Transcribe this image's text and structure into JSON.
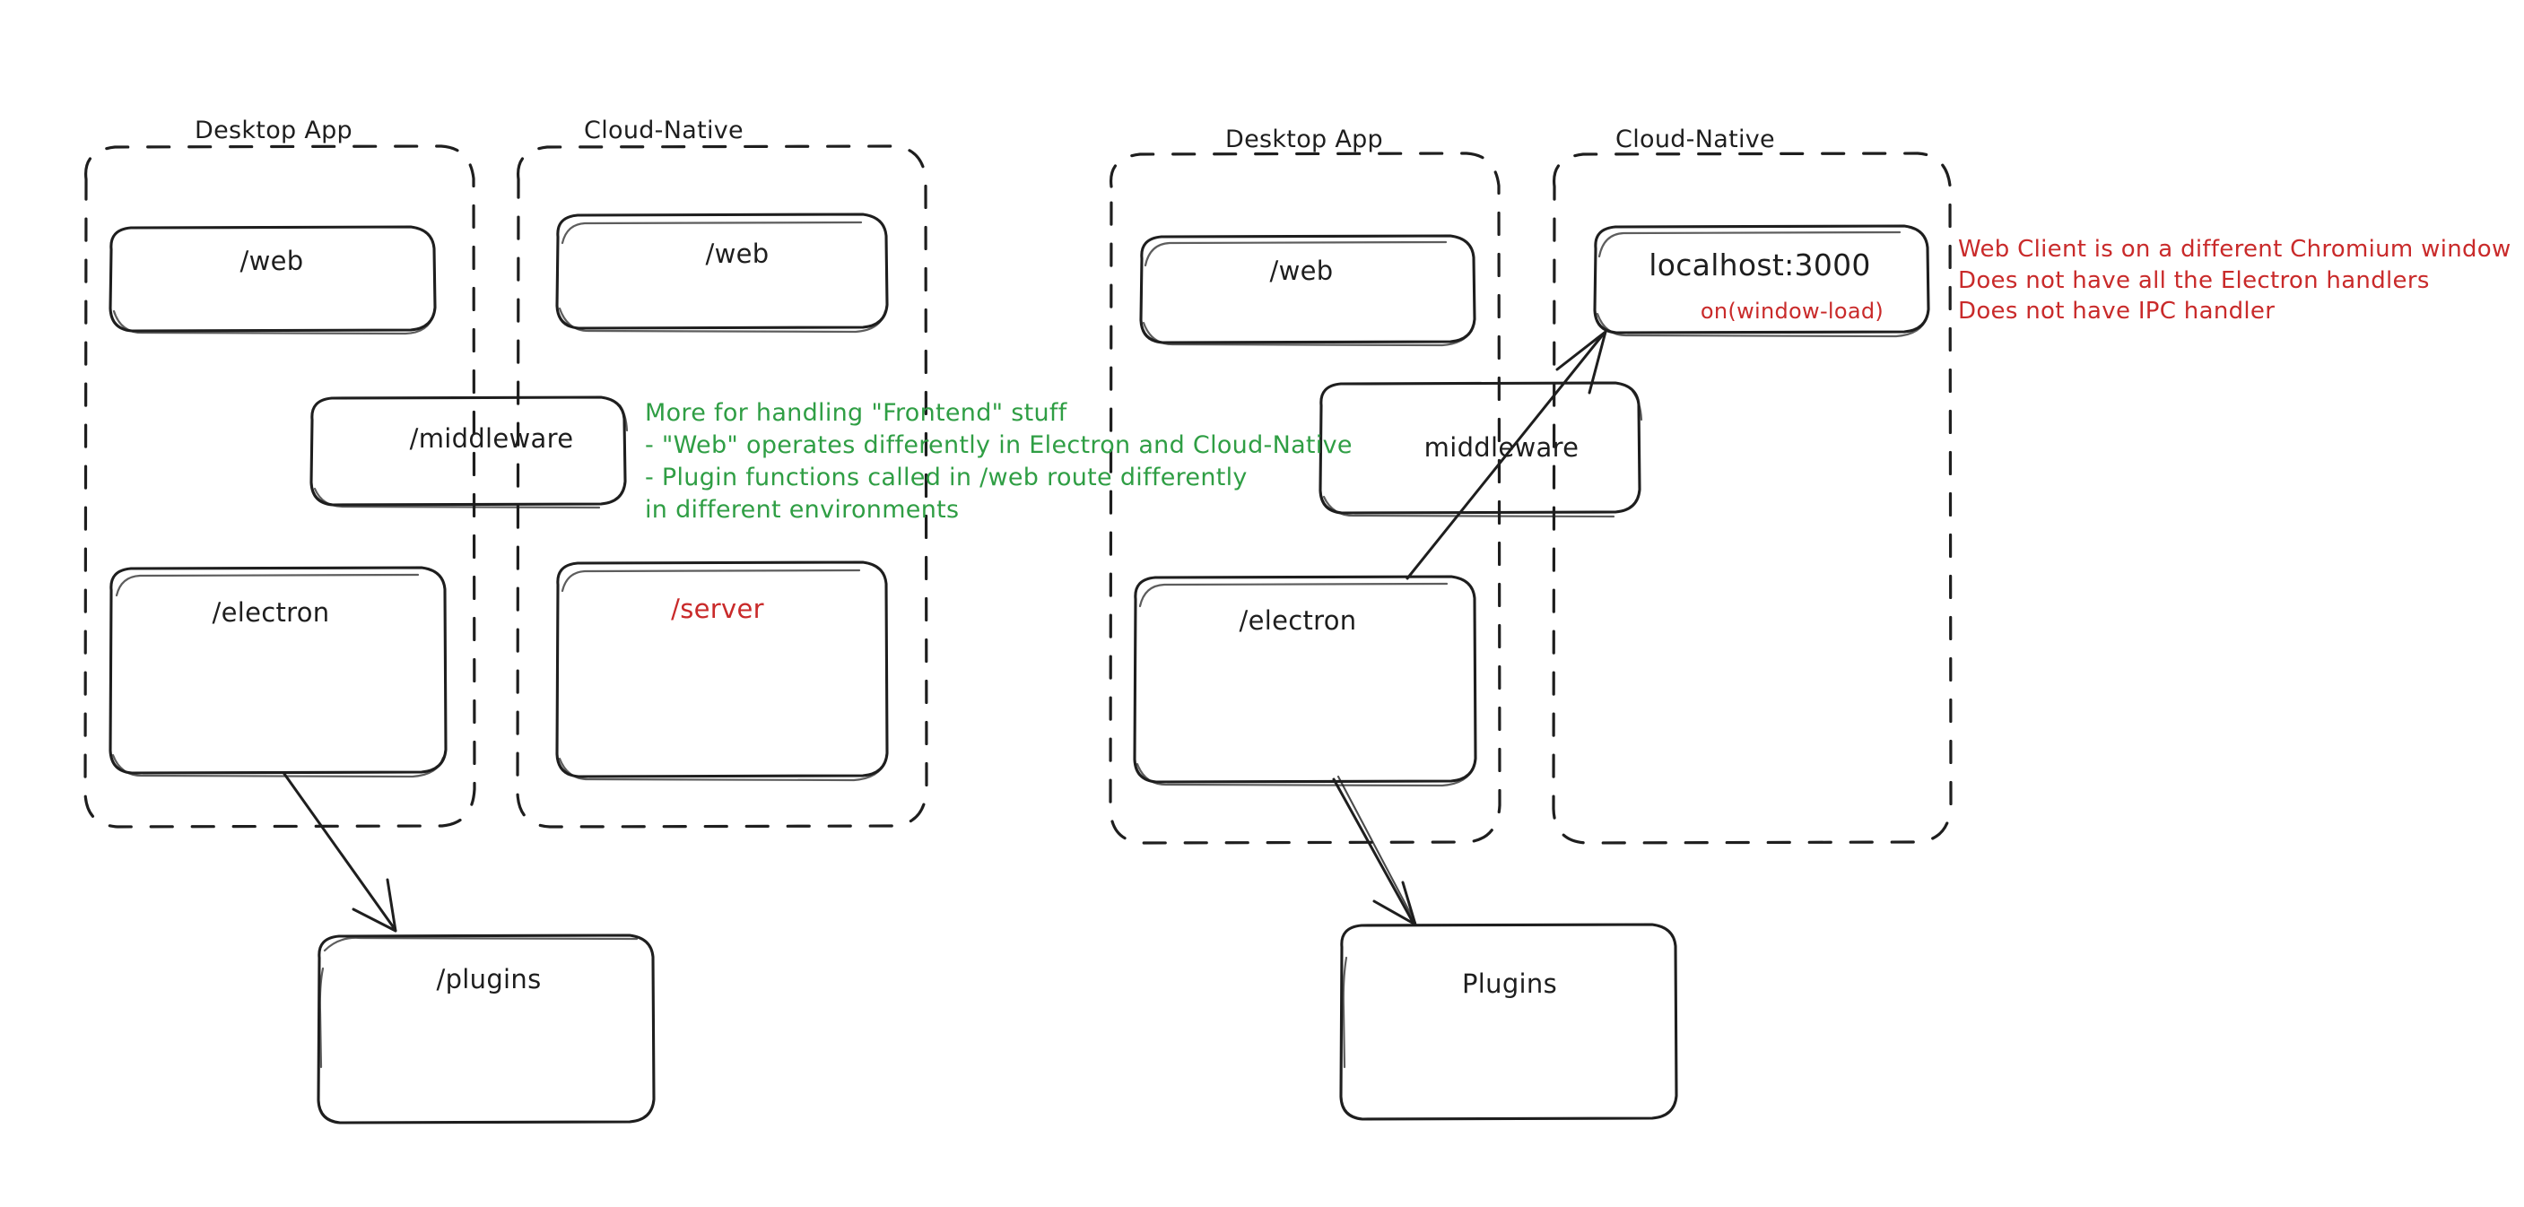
{
  "diagram": {
    "title": "Electron vs Cloud-Native architecture sketch",
    "colors": {
      "stroke": "#1e1e1e",
      "green": "#2f9e44",
      "red": "#c92a2a",
      "background": "#ffffff"
    }
  },
  "left_panel": {
    "groups": [
      {
        "key": "desktop",
        "label": "Desktop App"
      },
      {
        "key": "cloud",
        "label": "Cloud-Native"
      }
    ],
    "nodes": [
      {
        "key": "web_desktop",
        "label": "/web",
        "color": "#1e1e1e"
      },
      {
        "key": "web_cloud",
        "label": "/web",
        "color": "#1e1e1e"
      },
      {
        "key": "middleware",
        "label": "/middleware",
        "color": "#1e1e1e"
      },
      {
        "key": "electron",
        "label": "/electron",
        "color": "#1e1e1e"
      },
      {
        "key": "server",
        "label": "/server",
        "color": "#c92a2a"
      },
      {
        "key": "plugins",
        "label": "/plugins",
        "color": "#1e1e1e"
      }
    ],
    "note_green": "More for handling \"Frontend\" stuff\n- \"Web\" operates differently in Electron and Cloud-Native\n- Plugin functions called in /web route differently\nin different environments"
  },
  "right_panel": {
    "groups": [
      {
        "key": "desktop",
        "label": "Desktop App"
      },
      {
        "key": "cloud",
        "label": "Cloud-Native"
      }
    ],
    "nodes": [
      {
        "key": "web_desktop",
        "label": "/web",
        "color": "#1e1e1e"
      },
      {
        "key": "localhost",
        "label": "localhost:3000",
        "color": "#1e1e1e"
      },
      {
        "key": "localhost_sub",
        "label": "on(window-load)",
        "color": "#c92a2a"
      },
      {
        "key": "middleware",
        "label": "middleware",
        "color": "#1e1e1e"
      },
      {
        "key": "electron",
        "label": "/electron",
        "color": "#1e1e1e"
      },
      {
        "key": "plugins",
        "label": "Plugins",
        "color": "#1e1e1e"
      }
    ],
    "note_red": "Web Client is on a different Chromium window\nDoes not have all the Electron handlers\nDoes not have IPC handler"
  },
  "arrows": [
    {
      "key": "left-electron-to-plugins",
      "from": "/electron",
      "to": "/plugins"
    },
    {
      "key": "right-electron-to-localhost",
      "from": "/electron",
      "to": "localhost:3000"
    },
    {
      "key": "right-electron-to-plugins",
      "from": "/electron",
      "to": "Plugins"
    }
  ]
}
